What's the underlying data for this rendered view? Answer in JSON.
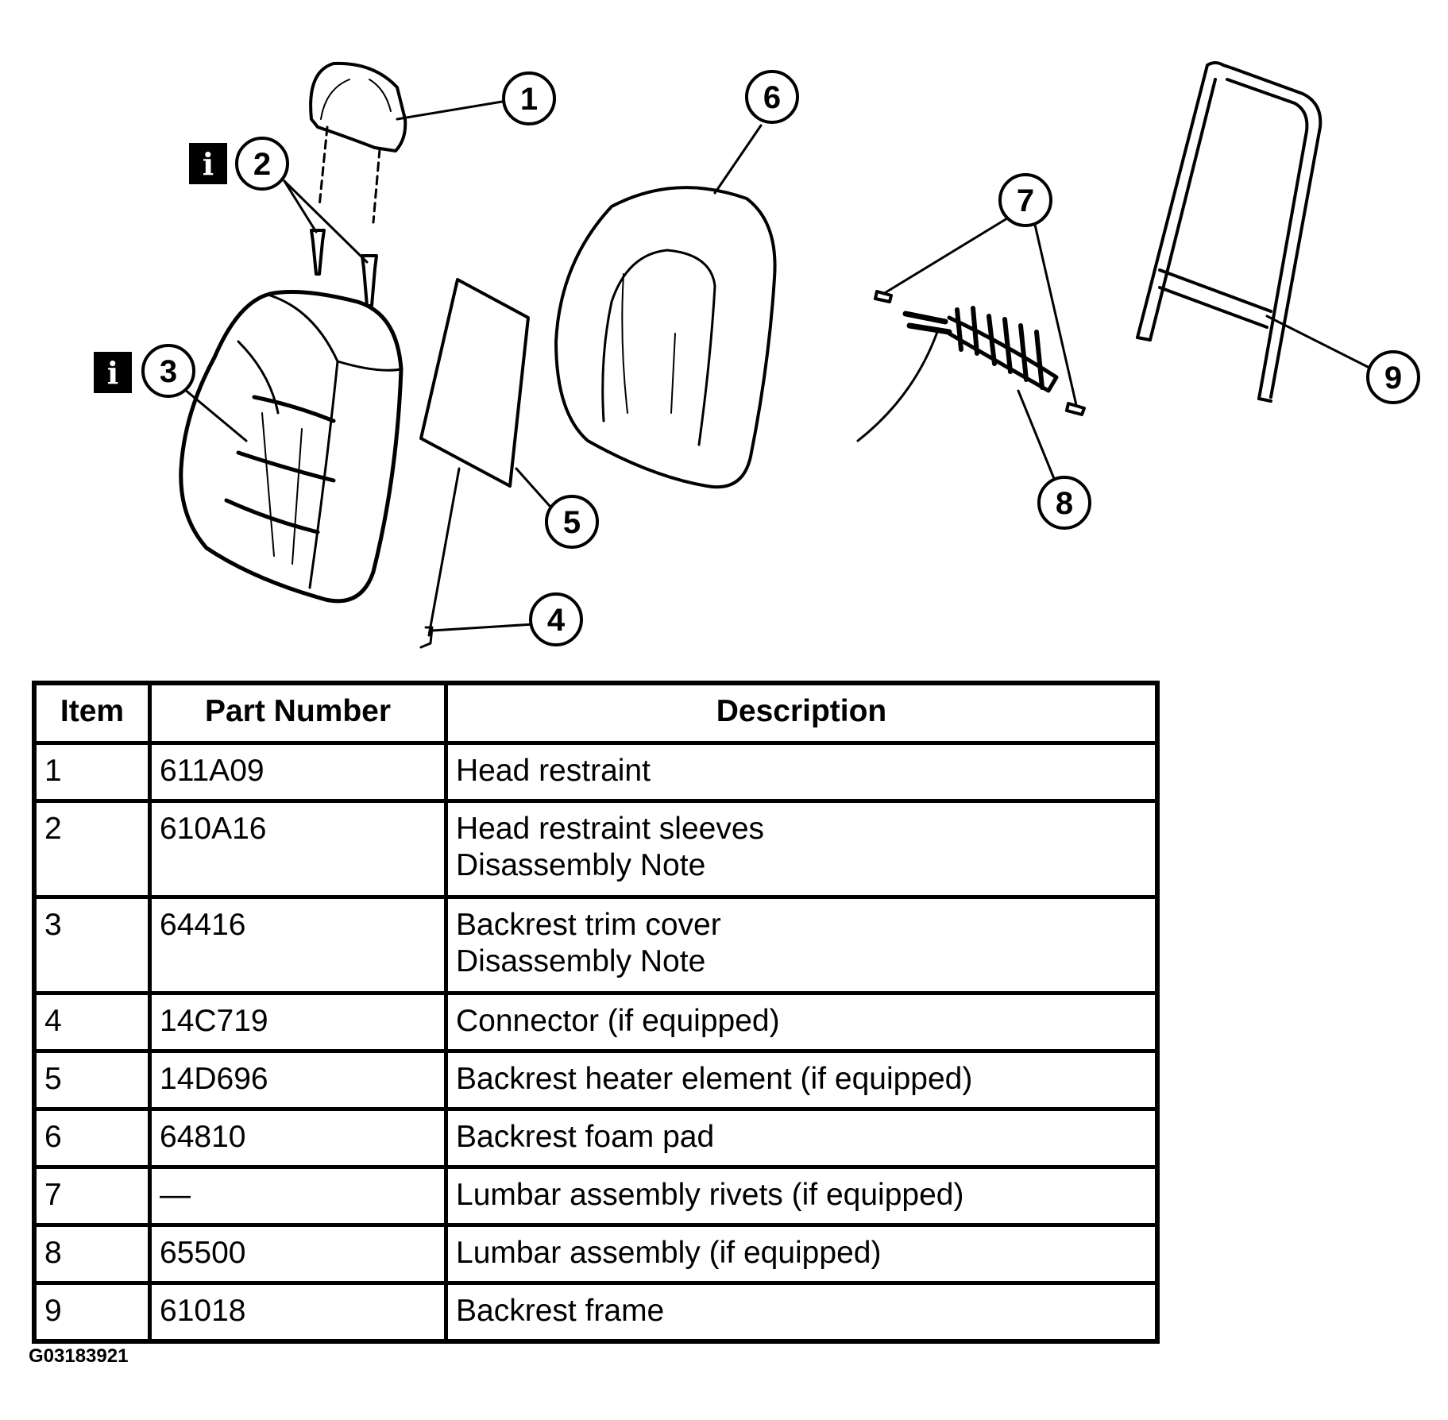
{
  "diagram": {
    "callouts": [
      "1",
      "2",
      "3",
      "4",
      "5",
      "6",
      "7",
      "8",
      "9"
    ],
    "info_badge_label": "i"
  },
  "table": {
    "headers": {
      "item": "Item",
      "part_number": "Part Number",
      "description": "Description"
    },
    "rows": [
      {
        "item": "1",
        "part_number": "611A09",
        "description": [
          "Head restraint"
        ]
      },
      {
        "item": "2",
        "part_number": "610A16",
        "description": [
          "Head restraint sleeves",
          "Disassembly Note"
        ]
      },
      {
        "item": "3",
        "part_number": "64416",
        "description": [
          "Backrest trim cover",
          "Disassembly Note"
        ]
      },
      {
        "item": "4",
        "part_number": "14C719",
        "description": [
          "Connector (if equipped)"
        ]
      },
      {
        "item": "5",
        "part_number": "14D696",
        "description": [
          "Backrest heater element (if equipped)"
        ]
      },
      {
        "item": "6",
        "part_number": "64810",
        "description": [
          "Backrest foam pad"
        ]
      },
      {
        "item": "7",
        "part_number": "—",
        "description": [
          "Lumbar assembly rivets (if equipped)"
        ]
      },
      {
        "item": "8",
        "part_number": "65500",
        "description": [
          "Lumbar assembly (if equipped)"
        ]
      },
      {
        "item": "9",
        "part_number": "61018",
        "description": [
          "Backrest frame"
        ]
      }
    ]
  },
  "figure_id": "G03183921"
}
